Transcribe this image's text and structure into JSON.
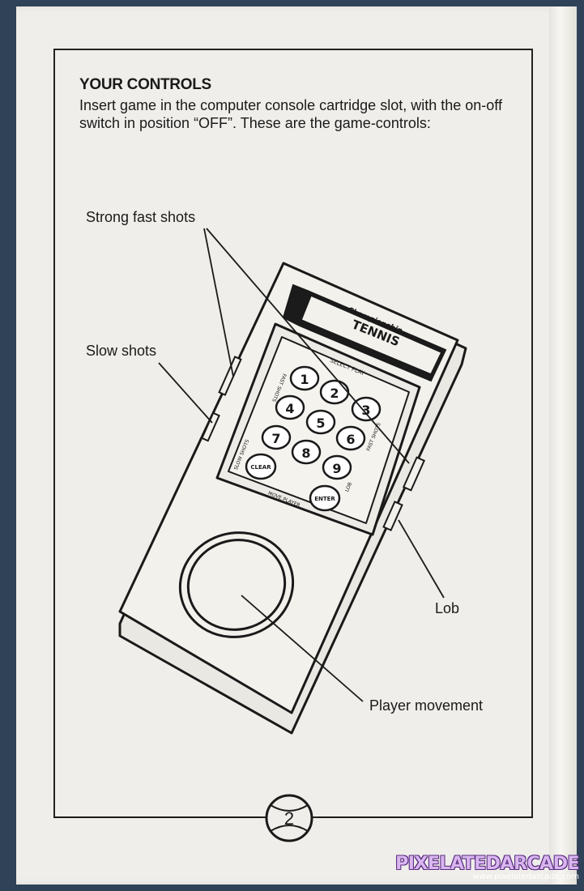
{
  "heading": "YOUR CONTROLS",
  "intro": "Insert game in the computer console cartridge slot, with the on-off switch in position “OFF”. These are the game-controls:",
  "callouts": {
    "strong_fast_shots": "Strong fast shots",
    "slow_shots": "Slow shots",
    "lob": "Lob",
    "player_movement": "Player movement"
  },
  "device": {
    "cartridge_brand": "Championship",
    "cartridge_title": "TENNIS",
    "select_play": "SELECT PLAY",
    "keys": [
      "1",
      "2",
      "3",
      "4",
      "5",
      "6",
      "7",
      "8",
      "9",
      "CLEAR",
      "ENTER"
    ],
    "label_fast_shots_left": "FAST SHOTS",
    "label_fast_shots_right": "FAST SHOTS",
    "label_slow_shots": "SLOW SHOTS",
    "label_lob": "LOB",
    "label_move_player": "MOVE PLAYER"
  },
  "page_number": "2",
  "watermark": {
    "name": "PIXELATEDARCADE",
    "url": "www.pixelatedarcade.com"
  }
}
